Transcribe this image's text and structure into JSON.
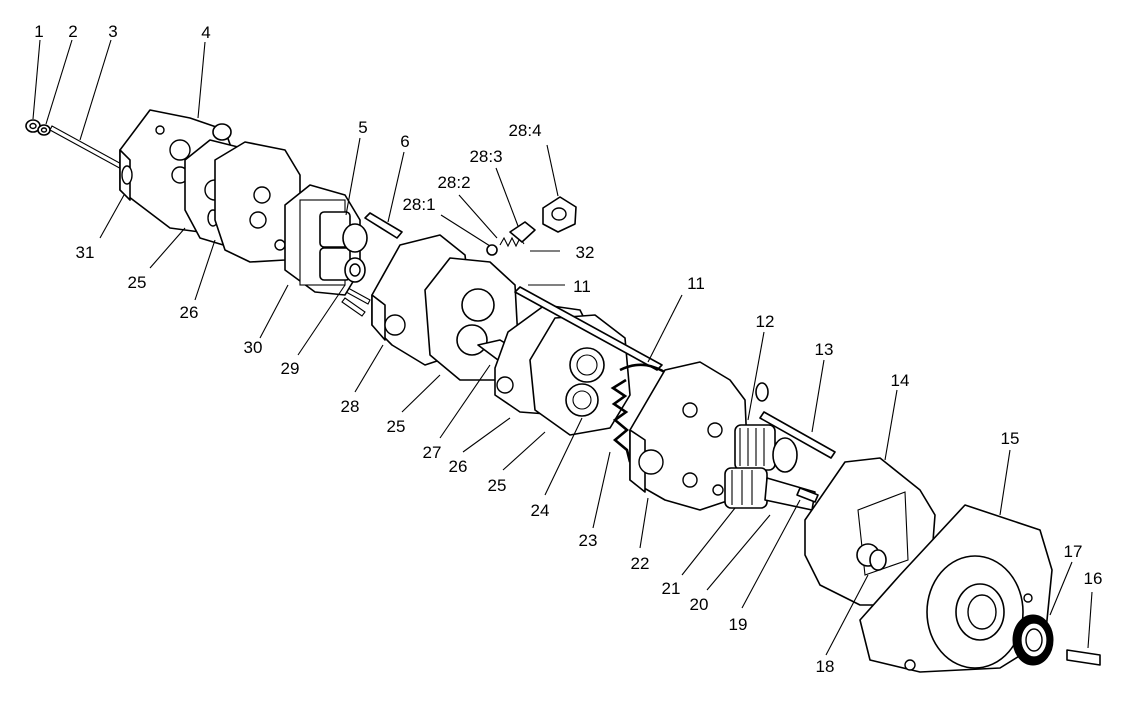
{
  "callouts": {
    "c1": "1",
    "c2": "2",
    "c3": "3",
    "c4": "4",
    "c5": "5",
    "c6": "6",
    "c28_4": "28:4",
    "c28_3": "28:3",
    "c28_2": "28:2",
    "c28_1": "28:1",
    "c32": "32",
    "c11a": "11",
    "c11b": "11",
    "c12": "12",
    "c13": "13",
    "c14": "14",
    "c15": "15",
    "c17": "17",
    "c16": "16",
    "c31": "31",
    "c25a": "25",
    "c26a": "26",
    "c30": "30",
    "c29": "29",
    "c28": "28",
    "c25b": "25",
    "c27": "27",
    "c26b": "26",
    "c25c": "25",
    "c24": "24",
    "c23": "23",
    "c22": "22",
    "c21": "21",
    "c20": "20",
    "c19": "19",
    "c18": "18"
  }
}
